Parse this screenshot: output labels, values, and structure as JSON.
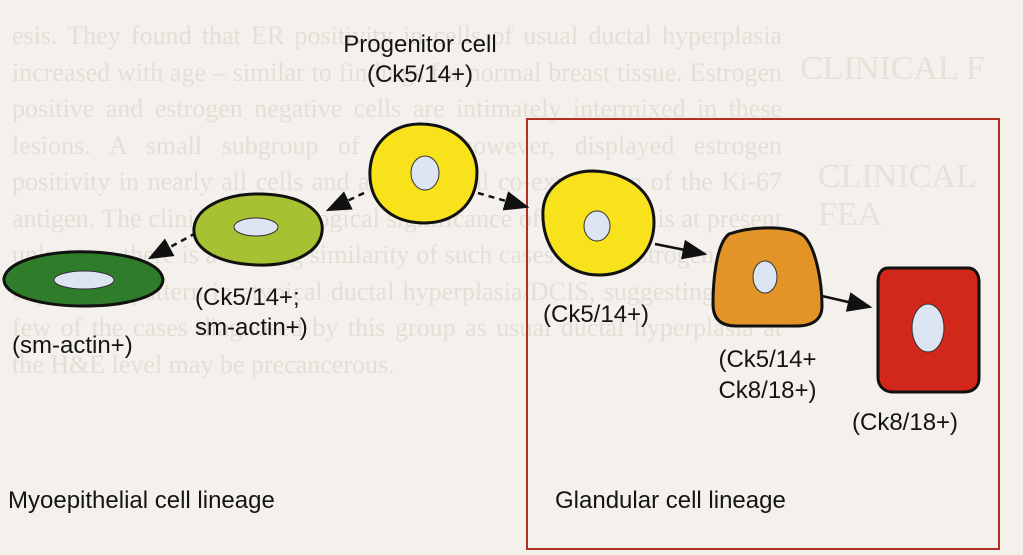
{
  "background_text": "esis. They found that ER positivity in cells of usual ductal hyperplasia increased with age – similar to findings for normal breast tissue. Estrogen positive and estrogen negative cells are intimately intermixed in these lesions. A small subgroup of cases, however, displayed estrogen positivity in nearly all cells and an abnormal co-expression of the Ki-67 antigen. The clinical and biological significance of these data is at present unknown; there is a striking similarity of such cases to the estrogen/Ki-67 expression pattern in atypical ductal hyperplasia/DCIS, suggesting that a few of the cases diagnosed by this group as usual ductal hyperplasia at the H&E level may be precancerous.",
  "side_heading_1": "CLINICAL F",
  "side_heading_2": "CLINICAL FEA",
  "labels": {
    "progenitor_title": "Progenitor cell",
    "progenitor_markers": "(Ck5/14+)",
    "intermediate_markers_1": "(Ck5/14+;",
    "intermediate_markers_2": "sm-actin+)",
    "myoepithelial_markers": "(sm-actin+)",
    "glandular_1_markers": "(Ck5/14+)",
    "glandular_2_markers_1": "(Ck5/14+",
    "glandular_2_markers_2": "Ck8/18+)",
    "glandular_3_markers": "(Ck8/18+)",
    "myoepithelial_lineage": "Myoepithelial cell lineage",
    "glandular_lineage": "Glandular cell lineage"
  },
  "colors": {
    "progenitor": "#f7e21b",
    "intermediate_green": "#a6c232",
    "myoepithelial": "#2f7d2a",
    "glandular_yellow": "#f7e21b",
    "glandular_orange": "#e39426",
    "glandular_red": "#d2271b",
    "nucleus": "#dde4f2",
    "box_border": "#b52e22"
  }
}
